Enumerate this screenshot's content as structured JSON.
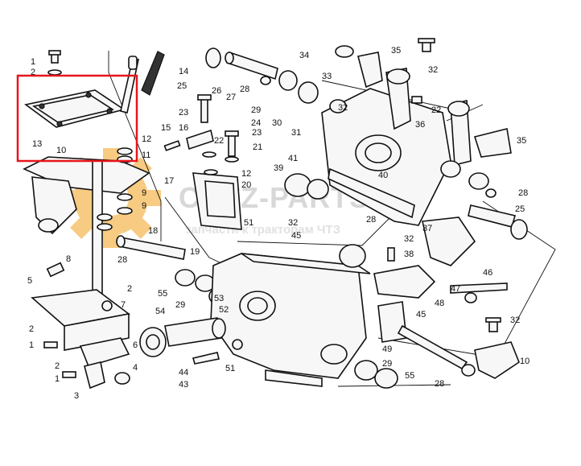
{
  "watermark": {
    "brand": "CHTZ-PARTS.RU",
    "tagline": "запчасти к тракторам ЧТЗ"
  },
  "highlight": {
    "color": "#e8141c"
  },
  "callouts": [
    {
      "id": "n1a",
      "text": "1"
    },
    {
      "id": "n2a",
      "text": "2"
    },
    {
      "id": "n13",
      "text": "13"
    },
    {
      "id": "n10a",
      "text": "10"
    },
    {
      "id": "n14",
      "text": "14"
    },
    {
      "id": "n25a",
      "text": "25"
    },
    {
      "id": "n26",
      "text": "26"
    },
    {
      "id": "n27",
      "text": "27"
    },
    {
      "id": "n28a",
      "text": "28"
    },
    {
      "id": "n29a",
      "text": "29"
    },
    {
      "id": "n30",
      "text": "30"
    },
    {
      "id": "n31",
      "text": "31"
    },
    {
      "id": "n34",
      "text": "34"
    },
    {
      "id": "n35a",
      "text": "35"
    },
    {
      "id": "n33",
      "text": "33"
    },
    {
      "id": "n32a",
      "text": "32"
    },
    {
      "id": "n32b",
      "text": "32"
    },
    {
      "id": "n22a",
      "text": "22"
    },
    {
      "id": "n36",
      "text": "36"
    },
    {
      "id": "n35b",
      "text": "35"
    },
    {
      "id": "n23a",
      "text": "23"
    },
    {
      "id": "n15",
      "text": "15"
    },
    {
      "id": "n16",
      "text": "16"
    },
    {
      "id": "n24",
      "text": "24"
    },
    {
      "id": "n23b",
      "text": "23"
    },
    {
      "id": "n22b",
      "text": "22"
    },
    {
      "id": "n21",
      "text": "21"
    },
    {
      "id": "n12a",
      "text": "12"
    },
    {
      "id": "n11",
      "text": "11"
    },
    {
      "id": "n9a",
      "text": "9"
    },
    {
      "id": "n9b",
      "text": "9"
    },
    {
      "id": "n18",
      "text": "18"
    },
    {
      "id": "n17",
      "text": "17"
    },
    {
      "id": "n12b",
      "text": "12"
    },
    {
      "id": "n20",
      "text": "20"
    },
    {
      "id": "n39",
      "text": "39"
    },
    {
      "id": "n41",
      "text": "41"
    },
    {
      "id": "n40",
      "text": "40"
    },
    {
      "id": "n28b",
      "text": "28"
    },
    {
      "id": "n25b",
      "text": "25"
    },
    {
      "id": "n51a",
      "text": "51"
    },
    {
      "id": "n32c",
      "text": "32"
    },
    {
      "id": "n45a",
      "text": "45"
    },
    {
      "id": "n28c",
      "text": "28"
    },
    {
      "id": "n37",
      "text": "37"
    },
    {
      "id": "n32d",
      "text": "32"
    },
    {
      "id": "n28d",
      "text": "28"
    },
    {
      "id": "n19",
      "text": "19"
    },
    {
      "id": "n38",
      "text": "38"
    },
    {
      "id": "n8",
      "text": "8"
    },
    {
      "id": "n5",
      "text": "5"
    },
    {
      "id": "n55a",
      "text": "55"
    },
    {
      "id": "n29b",
      "text": "29"
    },
    {
      "id": "n53",
      "text": "53"
    },
    {
      "id": "n46",
      "text": "46"
    },
    {
      "id": "n47",
      "text": "47"
    },
    {
      "id": "n2b",
      "text": "2"
    },
    {
      "id": "n7",
      "text": "7"
    },
    {
      "id": "n54",
      "text": "54"
    },
    {
      "id": "n52",
      "text": "52"
    },
    {
      "id": "n48",
      "text": "48"
    },
    {
      "id": "n45b",
      "text": "45"
    },
    {
      "id": "n32e",
      "text": "32"
    },
    {
      "id": "n2c",
      "text": "2"
    },
    {
      "id": "n1b",
      "text": "1"
    },
    {
      "id": "n6",
      "text": "6"
    },
    {
      "id": "n49",
      "text": "49"
    },
    {
      "id": "n10b",
      "text": "10"
    },
    {
      "id": "n4",
      "text": "4"
    },
    {
      "id": "n44",
      "text": "44"
    },
    {
      "id": "n51b",
      "text": "51"
    },
    {
      "id": "n29c",
      "text": "29"
    },
    {
      "id": "n55b",
      "text": "55"
    },
    {
      "id": "n28e",
      "text": "28"
    },
    {
      "id": "n2d",
      "text": "2"
    },
    {
      "id": "n1c",
      "text": "1"
    },
    {
      "id": "n3",
      "text": "3"
    },
    {
      "id": "n43",
      "text": "43"
    }
  ]
}
